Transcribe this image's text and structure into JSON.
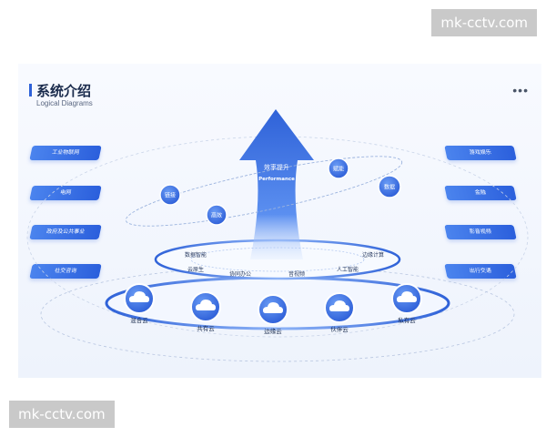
{
  "watermark": "mk-cctv.com",
  "header": {
    "title": "系统介绍",
    "subtitle": "Logical Diagrams",
    "more": "•••"
  },
  "left_items": [
    "工业物联网",
    "电网",
    "政府及公共事业",
    "社交咨询"
  ],
  "right_items": [
    "游戏娱乐",
    "金融",
    "影音视频",
    "出行交通"
  ],
  "arrow": {
    "title": "效率提升",
    "subtitle": "Performance"
  },
  "orbit_nodes": [
    "链接",
    "高效",
    "赋能",
    "数据"
  ],
  "middle_labels": [
    "数据智能",
    "边缘计算",
    "云原生",
    "协同办公",
    "音视频",
    "人工智能"
  ],
  "clouds": [
    "混合云",
    "共有云",
    "边缘云",
    "伙伴云",
    "私有云"
  ],
  "colors": {
    "primary": "#2f62d8",
    "light": "#6a9cf5",
    "text": "#1a2b4c"
  },
  "icons": {
    "cloud": "cloud-icon",
    "more": "more-icon"
  }
}
